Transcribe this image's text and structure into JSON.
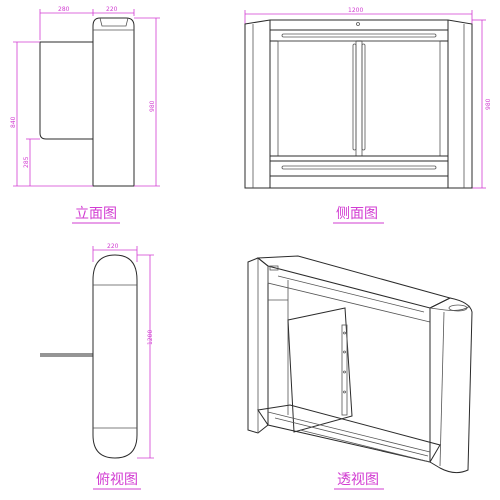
{
  "views": {
    "front": {
      "caption": "立面图",
      "width_dim": "280",
      "depth_dim": "220",
      "height_dim": "980",
      "opening_dim": "840",
      "bottom_dim": "285"
    },
    "side": {
      "caption": "侧面图",
      "width_dim": "1200",
      "height_dim": "980"
    },
    "top": {
      "caption": "俯视图",
      "width_dim": "220",
      "length_dim": "1200"
    },
    "perspective": {
      "caption": "透视图"
    }
  },
  "colors": {
    "line": "#2b2b2b",
    "dimension": "#d23cd2"
  }
}
